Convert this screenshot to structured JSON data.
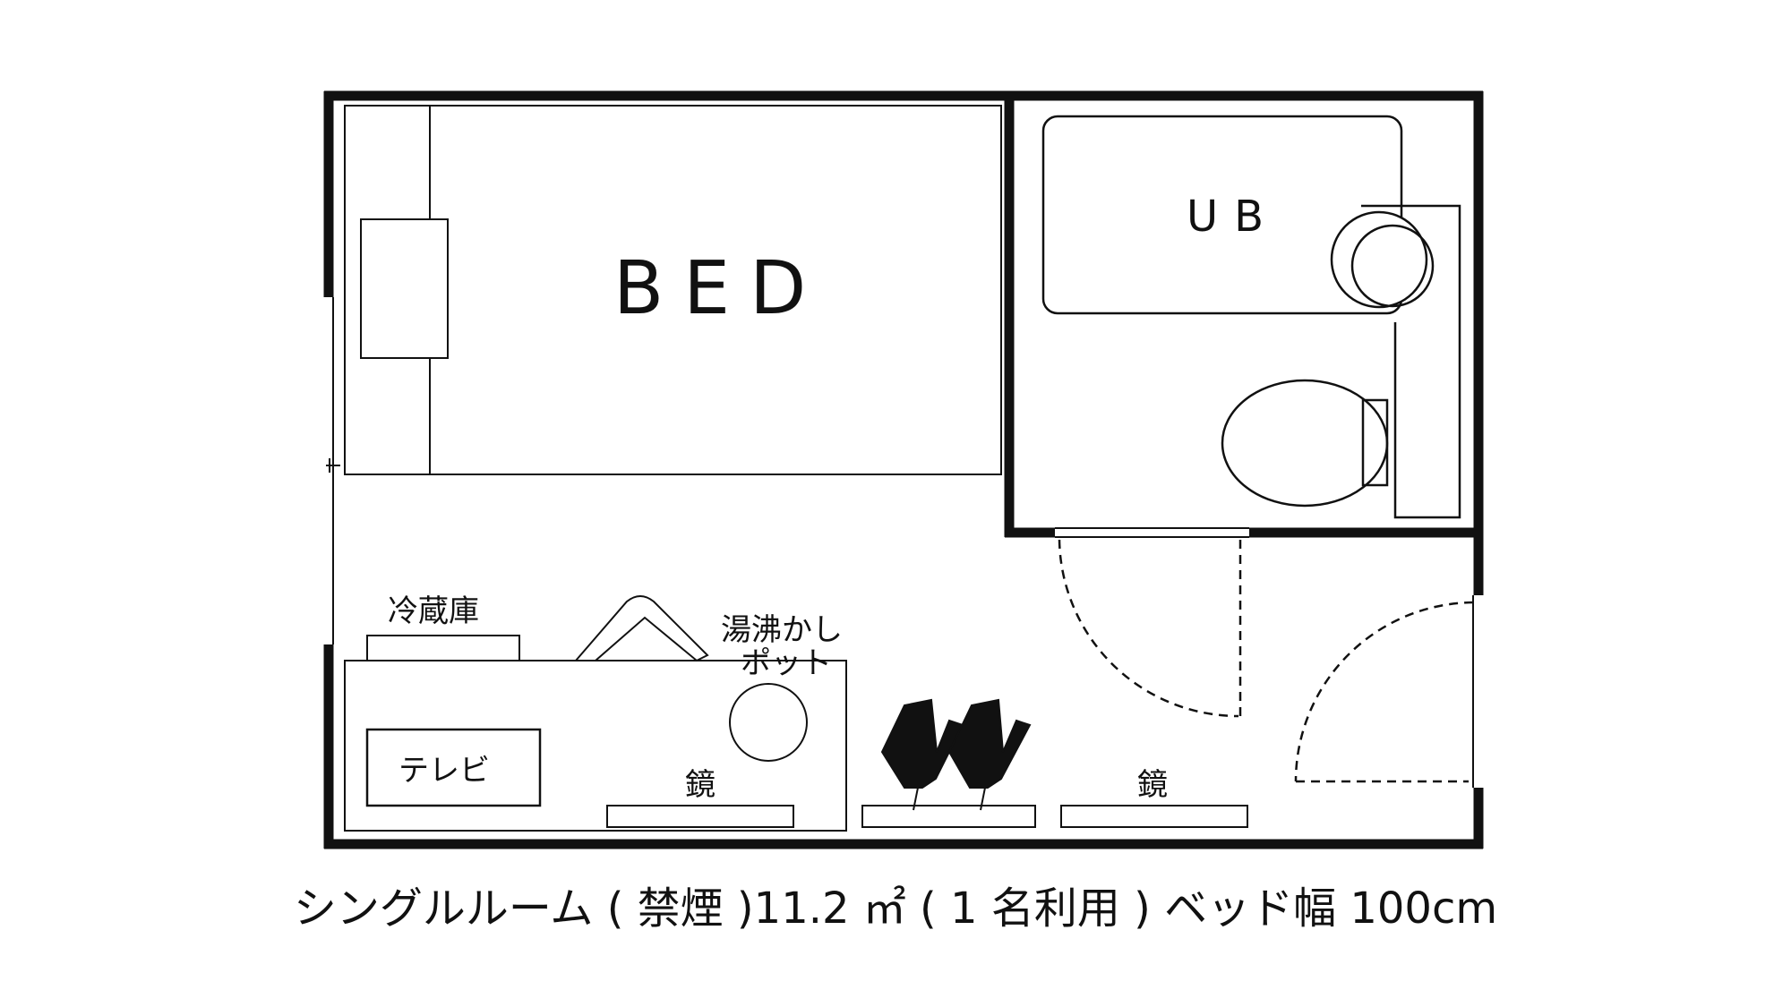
{
  "labels": {
    "bed": "BED",
    "unit_bath": "UB",
    "fridge": "冷蔵庫",
    "kettle_line1": "湯沸かし",
    "kettle_line2": "ポット",
    "tv": "テレビ",
    "mirror_left": "鏡",
    "mirror_right": "鏡"
  },
  "caption": "シングルルーム ( 禁煙 )11.2 ㎡ ( 1 名利用 ) ベッド幅 100cm",
  "colors": {
    "line": "#111111",
    "background": "#ffffff"
  }
}
